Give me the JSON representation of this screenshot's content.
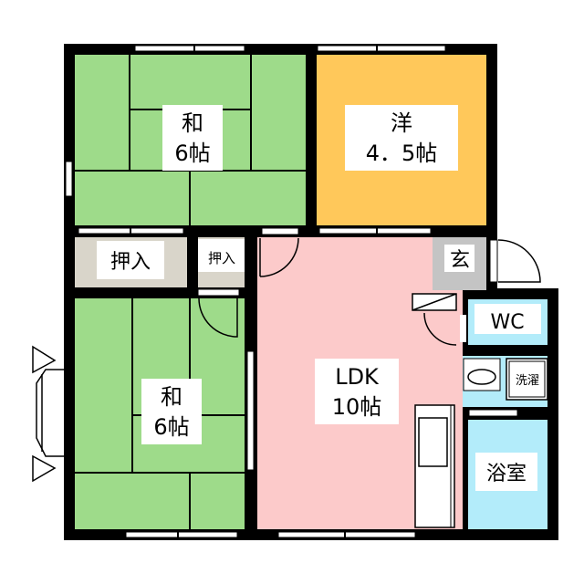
{
  "floorplan": {
    "rooms": {
      "washitsu_top": {
        "name": "和",
        "size": "6帖"
      },
      "yoshitsu": {
        "name": "洋",
        "size": "4．5帖"
      },
      "oshiire_large": {
        "name": "押入"
      },
      "oshiire_small": {
        "name": "押入"
      },
      "genkan": {
        "name": "玄"
      },
      "wc": {
        "name": "WC"
      },
      "ldk": {
        "name": "LDK",
        "size": "10帖"
      },
      "laundry": {
        "name": "洗濯"
      },
      "bath": {
        "name": "浴室"
      },
      "washitsu_bottom": {
        "name": "和",
        "size": "6帖"
      }
    },
    "colors": {
      "washitsu": "#9edb8a",
      "yoshitsu": "#ffc85a",
      "oshiire": "#d9d5ca",
      "ldk": "#fccaca",
      "genkan": "#c4c4c4",
      "wet": "#b3ecfa",
      "wall": "#000000"
    }
  }
}
